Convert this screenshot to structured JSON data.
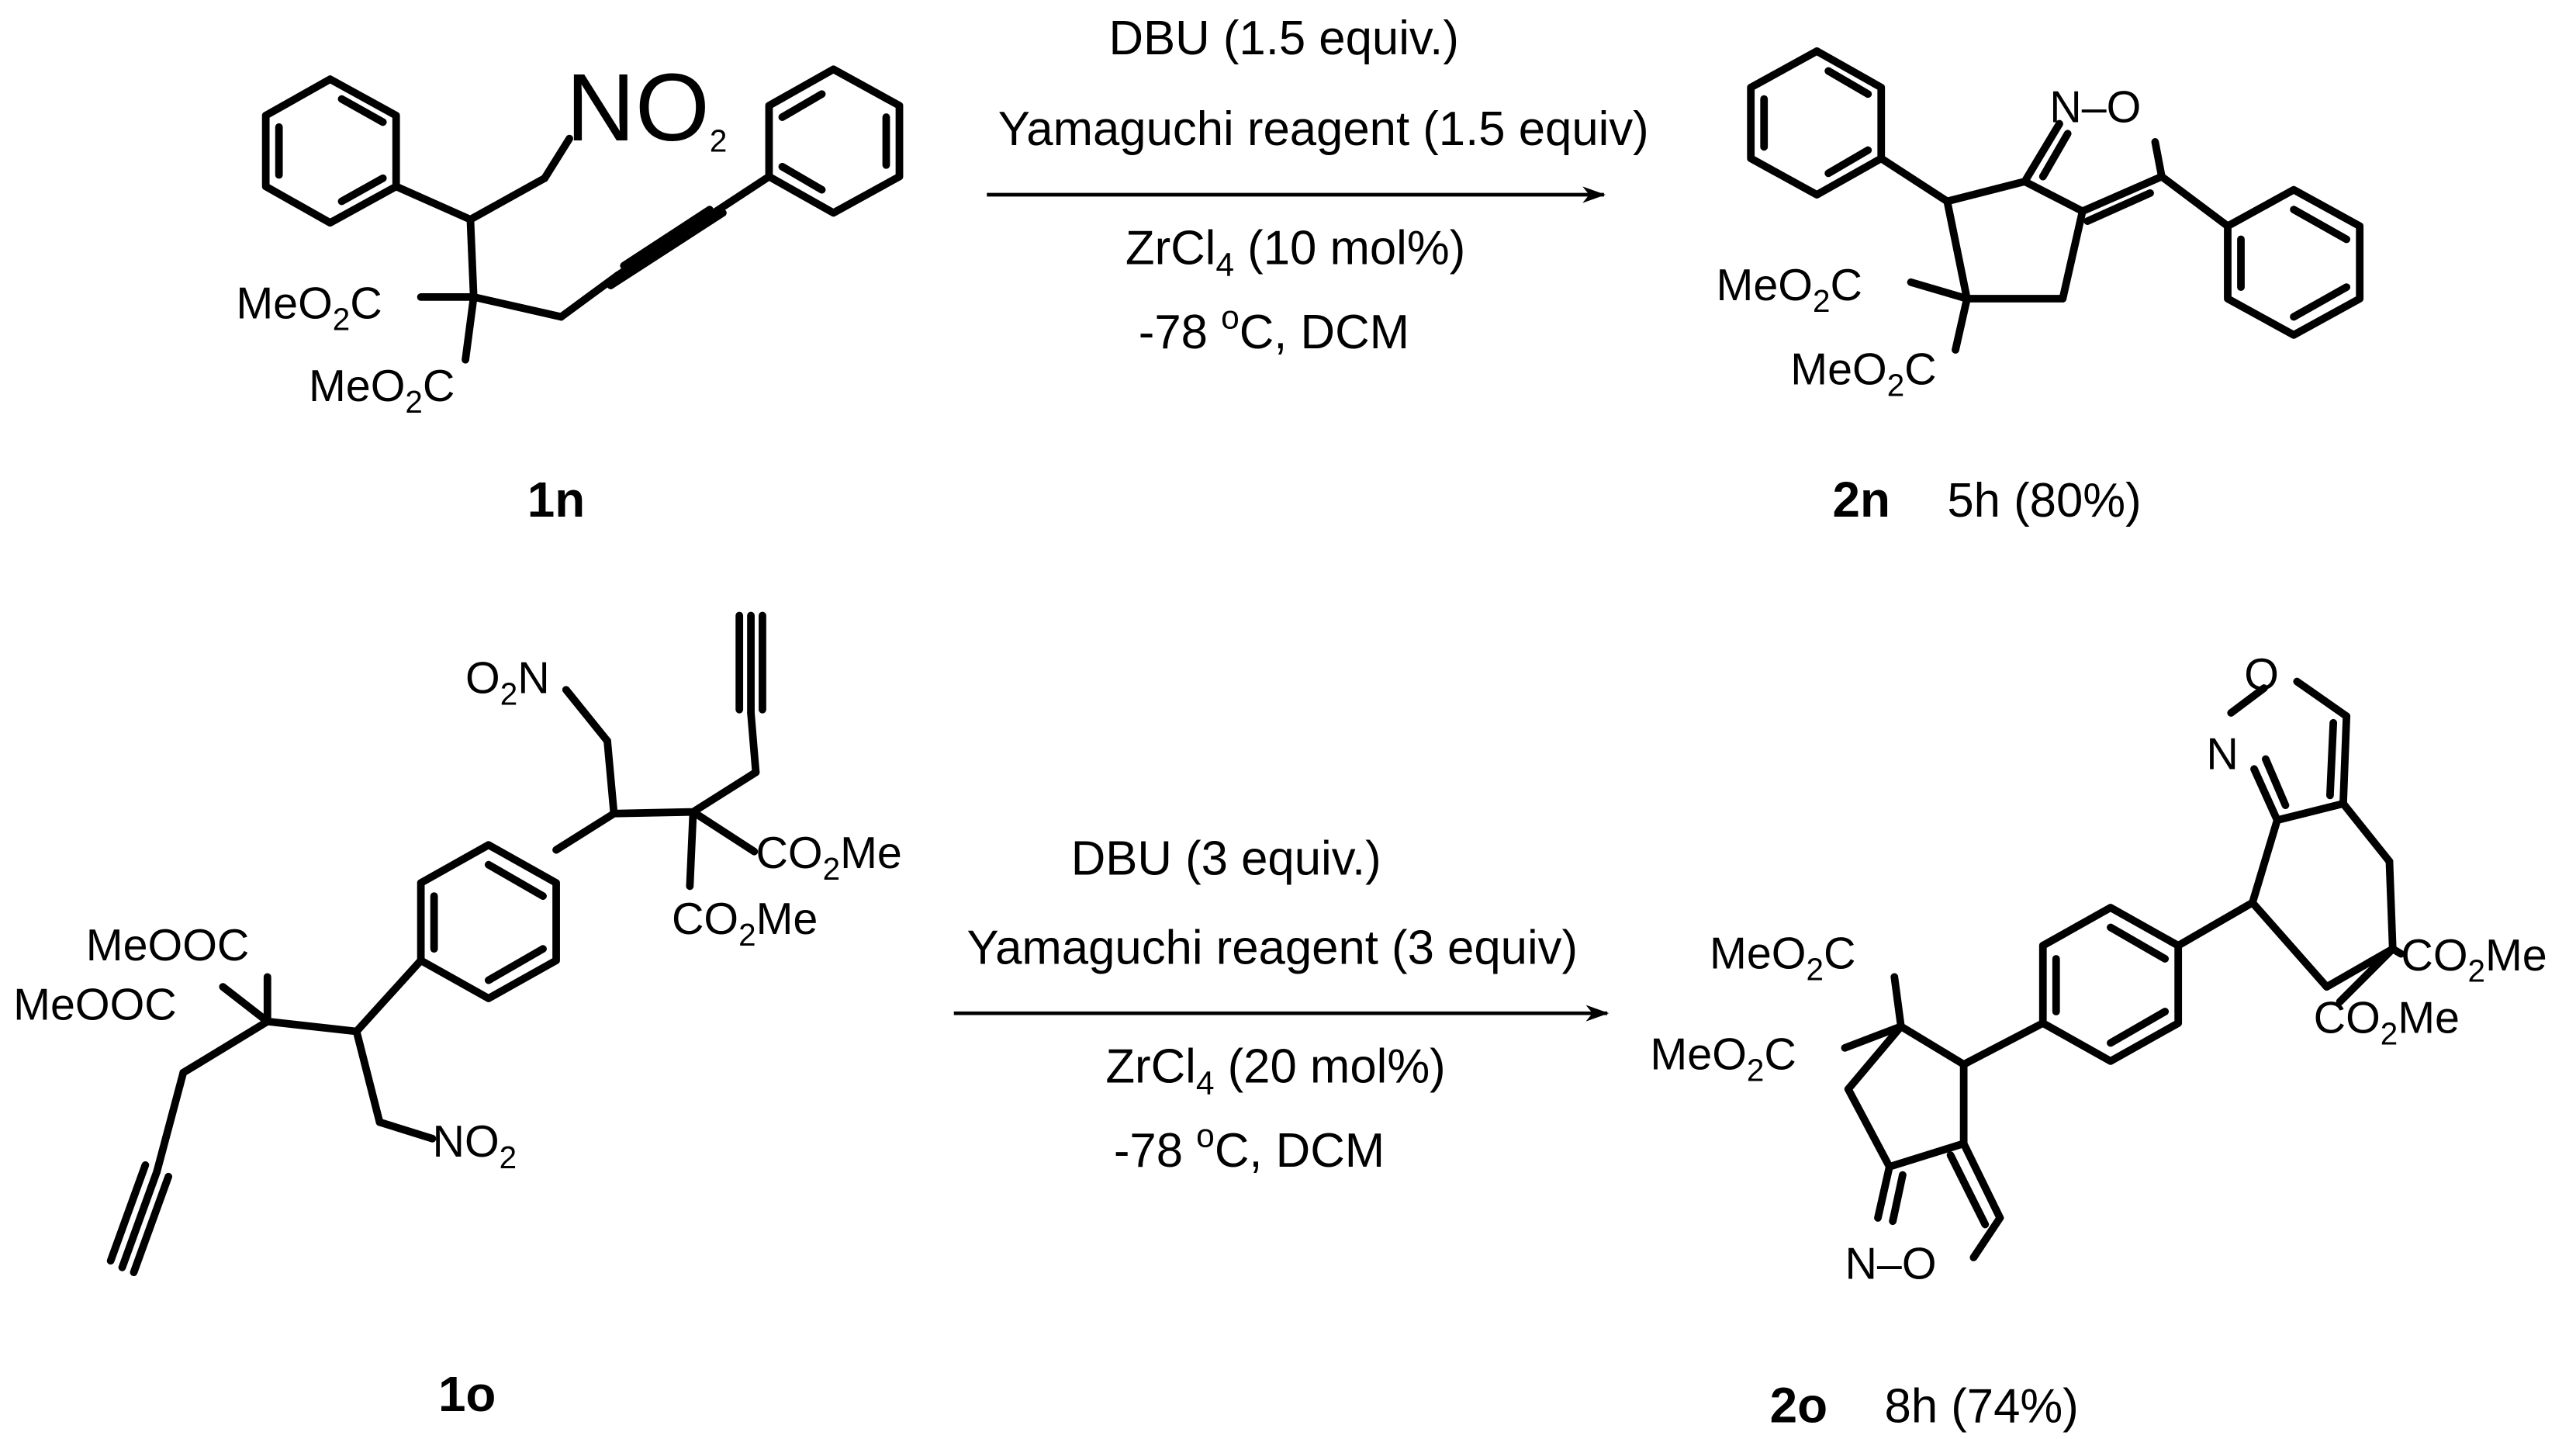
{
  "reaction_1": {
    "conditions": {
      "line1": "DBU (1.5 equiv.)",
      "line2": "Yamaguchi reagent (1.5 equiv)",
      "line3_main": "ZrCl",
      "line3_sub": "4",
      "line3_rest": " (10 mol%)",
      "line4_a": "-78 ",
      "line4_sup": "o",
      "line4_b": "C, DCM"
    },
    "substrate": {
      "id": "1n",
      "groups": {
        "nitro_main": "NO",
        "nitro_sub": "2",
        "ester_a_pre": "MeO",
        "ester_a_sub": "2",
        "ester_a_post": "C",
        "ester_b_pre": "MeO",
        "ester_b_sub": "2",
        "ester_b_post": "C"
      }
    },
    "product": {
      "id": "2n",
      "result": "5h (80%)",
      "groups": {
        "ring_n": "N",
        "ring_dash": "–",
        "ring_o": "O",
        "ester_a_pre": "MeO",
        "ester_a_sub": "2",
        "ester_a_post": "C",
        "ester_b_pre": "MeO",
        "ester_b_sub": "2",
        "ester_b_post": "C"
      }
    }
  },
  "reaction_2": {
    "conditions": {
      "line1": "DBU (3 equiv.)",
      "line2": "Yamaguchi reagent (3 equiv)",
      "line3_main": "ZrCl",
      "line3_sub": "4",
      "line3_rest": " (20 mol%)",
      "line4_a": "-78 ",
      "line4_sup": "o",
      "line4_b": "C, DCM"
    },
    "substrate": {
      "id": "1o",
      "groups": {
        "nitro_top_pre": "O",
        "nitro_top_sub": "2",
        "nitro_top_post": "N",
        "ester_r1_pre": "CO",
        "ester_r1_sub": "2",
        "ester_r1_post": "Me",
        "ester_r2_pre": "CO",
        "ester_r2_sub": "2",
        "ester_r2_post": "Me",
        "ester_l1": "MeOOC",
        "ester_l2": "MeOOC",
        "nitro_bottom_main": "NO",
        "nitro_bottom_sub": "2"
      }
    },
    "product": {
      "id": "2o",
      "result": "8h (74%)",
      "groups": {
        "top_o": "O",
        "top_n": "N",
        "bottom_n": "N",
        "bottom_dash": "–",
        "bottom_o": "O",
        "ester_l1_pre": "MeO",
        "ester_l1_sub": "2",
        "ester_l1_post": "C",
        "ester_l2_pre": "MeO",
        "ester_l2_sub": "2",
        "ester_l2_post": "C",
        "ester_r1_pre": "CO",
        "ester_r1_sub": "2",
        "ester_r1_post": "Me",
        "ester_r2_pre": "CO",
        "ester_r2_sub": "2",
        "ester_r2_post": "Me"
      }
    }
  }
}
